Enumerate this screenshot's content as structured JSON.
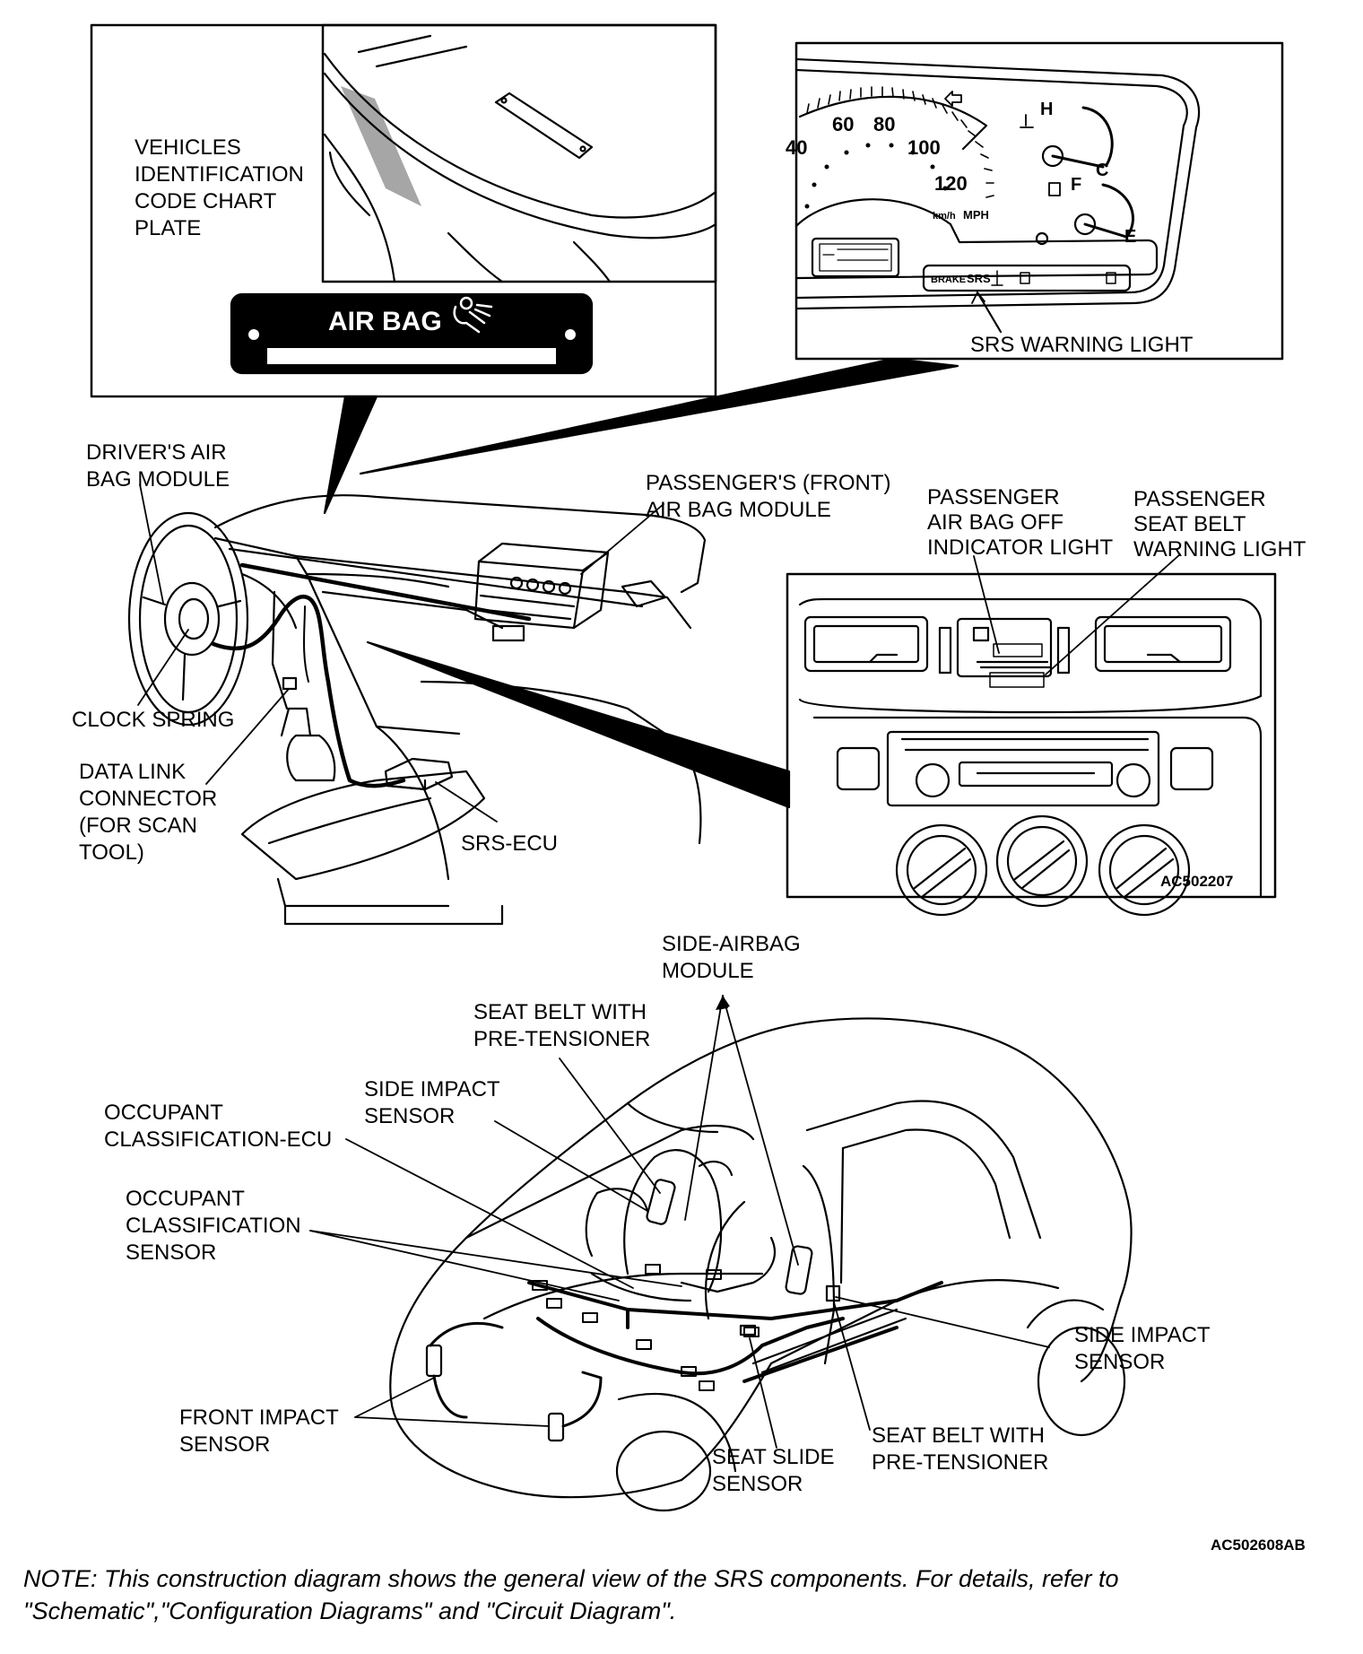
{
  "labels": {
    "vehicle_plate": [
      "VEHICLES",
      "IDENTIFICATION",
      "CODE CHART",
      "PLATE"
    ],
    "air_bag_plate": "AIR BAG",
    "srs_warning_light": "SRS WARNING LIGHT",
    "drivers_air_bag_module": [
      "DRIVER'S AIR",
      "BAG MODULE"
    ],
    "passengers_air_bag_module": [
      "PASSENGER'S (FRONT)",
      "AIR BAG MODULE"
    ],
    "passenger_air_bag_off": [
      "PASSENGER",
      "AIR BAG OFF",
      "INDICATOR LIGHT"
    ],
    "passenger_seat_belt_warning": [
      "PASSENGER",
      "SEAT BELT",
      "WARNING LIGHT"
    ],
    "clock_spring": "CLOCK SPRING",
    "data_link_connector": [
      "DATA LINK",
      "CONNECTOR",
      "(FOR SCAN",
      "TOOL)"
    ],
    "srs_ecu": "SRS-ECU",
    "side_airbag_module": [
      "SIDE-AIRBAG",
      "MODULE"
    ],
    "seat_belt_pretensioner_top": [
      "SEAT BELT WITH",
      "PRE-TENSIONER"
    ],
    "side_impact_sensor_left": [
      "SIDE IMPACT",
      "SENSOR"
    ],
    "occupant_classification_ecu": [
      "OCCUPANT",
      "CLASSIFICATION-ECU"
    ],
    "occupant_classification_sensor": [
      "OCCUPANT",
      "CLASSIFICATION",
      "SENSOR"
    ],
    "side_impact_sensor_right": [
      "SIDE IMPACT",
      "SENSOR"
    ],
    "front_impact_sensor": [
      "FRONT IMPACT",
      "SENSOR"
    ],
    "seat_slide_sensor": [
      "SEAT SLIDE",
      "SENSOR"
    ],
    "seat_belt_pretensioner_bottom": [
      "SEAT BELT WITH",
      "PRE-TENSIONER"
    ]
  },
  "gauge": {
    "speed_marks": [
      "60",
      "80",
      "100",
      "120"
    ],
    "speed_partial": "40",
    "units": [
      "km/h",
      "MPH"
    ],
    "temp_marks": [
      "H",
      "C"
    ],
    "fuel_marks": [
      "F",
      "E"
    ],
    "indicators": [
      "BRAKE",
      "SRS"
    ]
  },
  "figure_codes": {
    "top": "AC502207",
    "bottom": "AC502608AB"
  },
  "note": {
    "line1": "NOTE: This construction diagram shows the general view of the SRS components. For details, refer to",
    "line2": "\"Schematic\",\"Configuration Diagrams\" and \"Circuit Diagram\"."
  }
}
